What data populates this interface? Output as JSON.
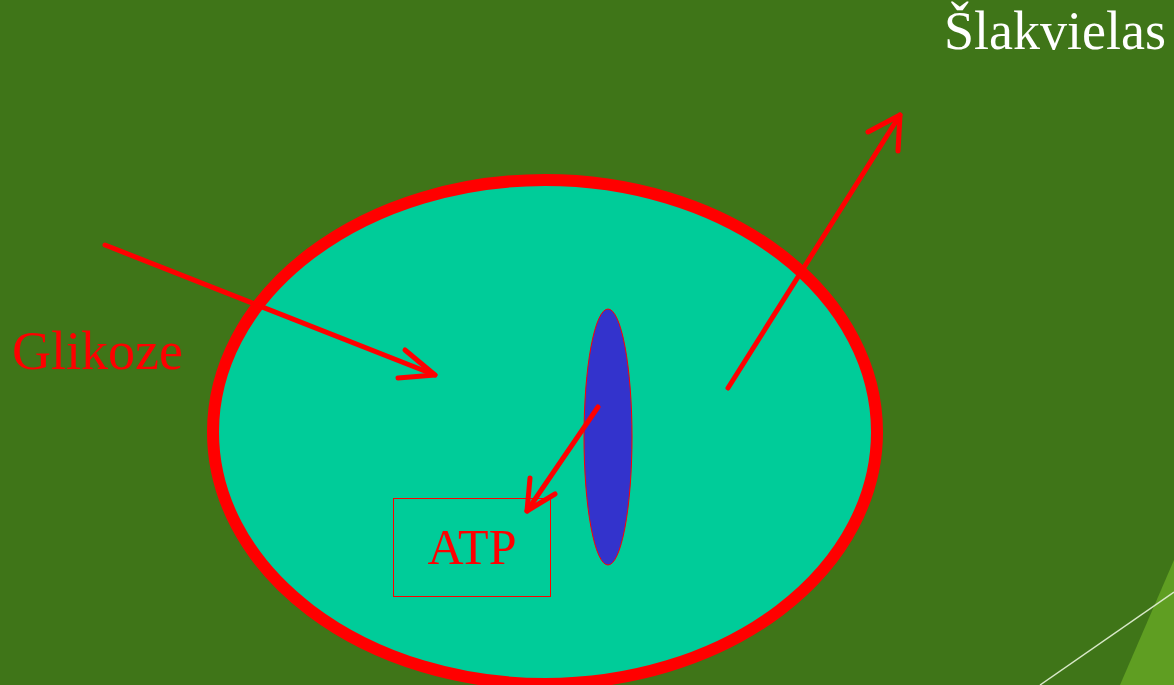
{
  "diagram": {
    "nodes": [
      {
        "text": [
          "ATP"
        ]
      }
    ],
    "labels": [
      "Glikoze",
      "Šlakvielas"
    ]
  }
}
